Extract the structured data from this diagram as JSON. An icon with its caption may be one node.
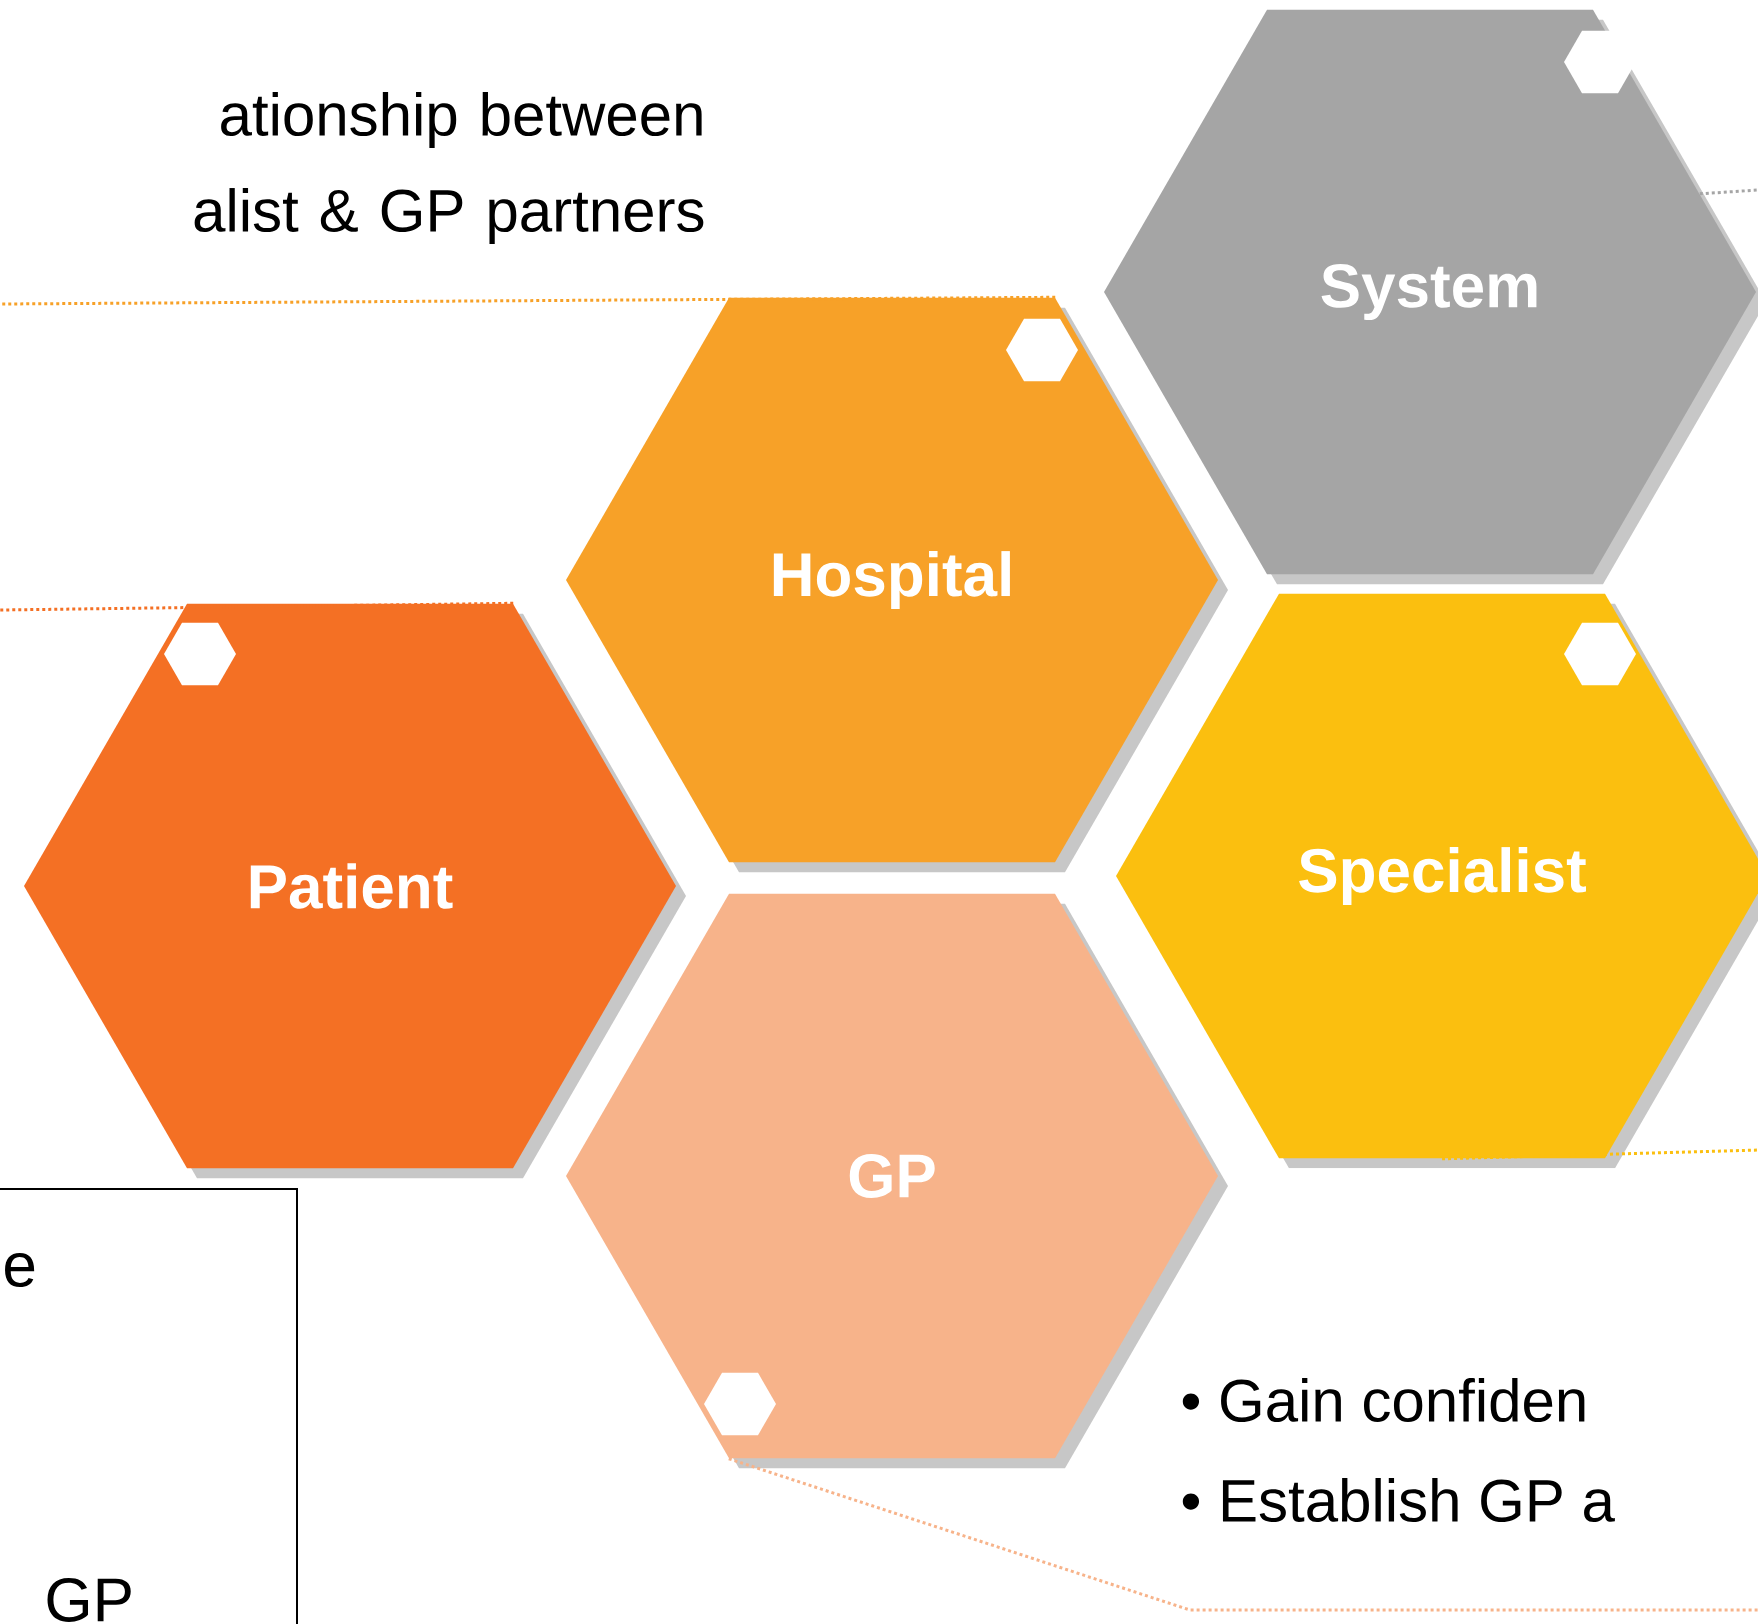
{
  "diagram": {
    "nodes": [
      {
        "text": [
          "Hospital"
        ]
      },
      {
        "text": [
          "System"
        ]
      },
      {
        "text": [
          "Patient"
        ]
      },
      {
        "text": [
          "Specialist"
        ]
      },
      {
        "text": [
          "GP"
        ]
      },
      {
        "text": [
          "e",
          "GP"
        ]
      }
    ],
    "edges": [
      {
        "from": 0,
        "to": null,
        "arrow": "none",
        "color": "#f7a128"
      },
      {
        "from": 1,
        "to": null,
        "arrow": "none",
        "color": "#a5a5a5"
      },
      {
        "from": 2,
        "to": null,
        "arrow": "none",
        "color": "#f47024"
      },
      {
        "from": 3,
        "to": null,
        "arrow": "none",
        "color": "#fbbf0f"
      },
      {
        "from": 4,
        "to": null,
        "arrow": "none",
        "color": "#f7b38a"
      }
    ],
    "labels": [
      "ationship  between alist & GP partners",
      "• Gain confiden",
      "• Establish GP a"
    ]
  }
}
